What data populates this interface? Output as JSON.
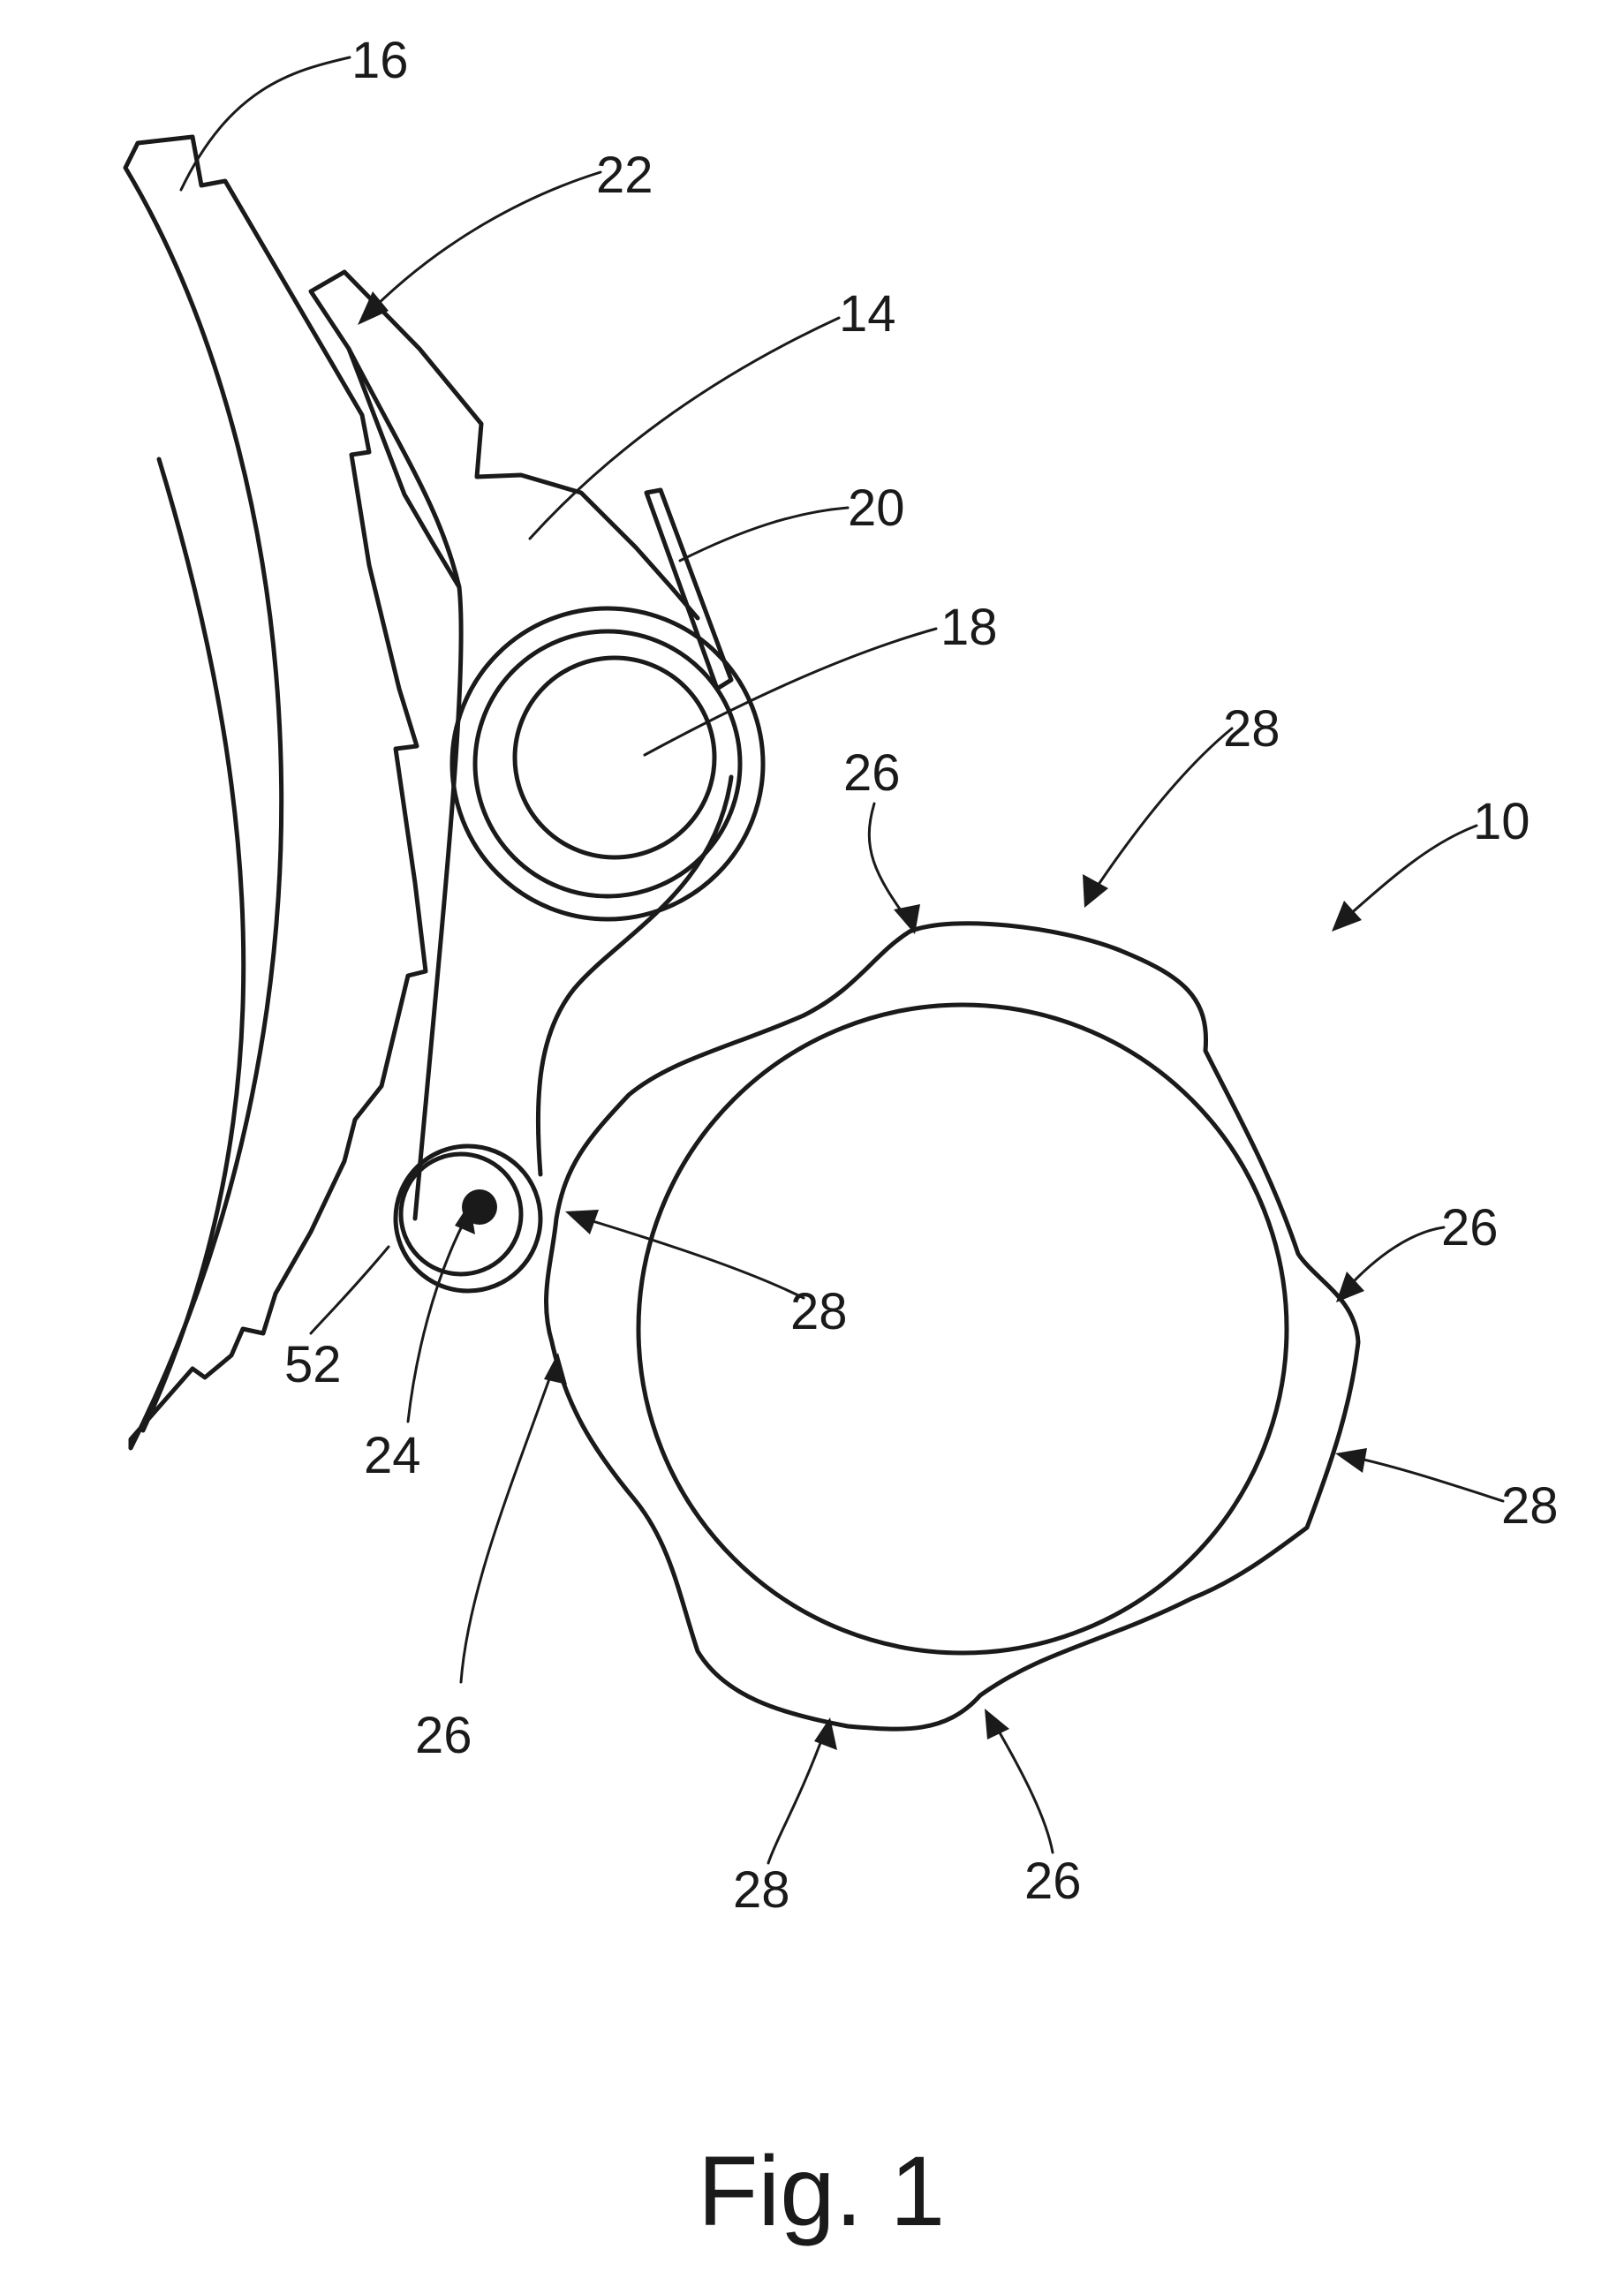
{
  "figure": {
    "caption": "Fig. 1",
    "labels": {
      "l10": "10",
      "l14": "14",
      "l16": "16",
      "l18": "18",
      "l20": "20",
      "l22": "22",
      "l24": "24",
      "l52": "52",
      "l26_top": "26",
      "l28_top": "28",
      "l28_mid": "28",
      "l26_right": "26",
      "l28_right": "28",
      "l26_left": "26",
      "l28_bottom": "28",
      "l26_bottom": "26"
    }
  }
}
